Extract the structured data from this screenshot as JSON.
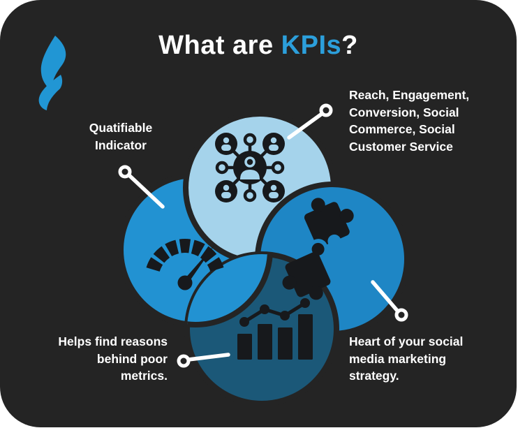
{
  "title": {
    "prefix": "What are ",
    "highlight": "KPIs",
    "suffix": "?"
  },
  "callouts": {
    "quantifiable": {
      "text": "Quatifiable\nIndicator",
      "points_to": "speedometer-circle"
    },
    "metrics_list": {
      "text": "Reach, Engagement,\nConversion, Social\nCommerce, Social\nCustomer Service",
      "points_to": "people-network-circle"
    },
    "poor_metrics": {
      "text": "Helps find reasons\nbehind poor\nmetrics.",
      "points_to": "bar-chart-circle"
    },
    "strategy": {
      "text": "Heart of your social\nmedia marketing\nstrategy.",
      "points_to": "puzzle-circle"
    }
  },
  "icons": {
    "logo": "flame-logo",
    "top_circle": "people-network-icon",
    "left_circle": "speedometer-icon",
    "right_circle": "puzzle-pieces-icon",
    "bottom_circle": "bar-chart-icon"
  },
  "colors": {
    "background": "#242424",
    "title_highlight": "#2C9FDB",
    "logo_blue": "#2196D4",
    "circle_top": "#A5D3EB",
    "circle_left": "#2292D2",
    "circle_right": "#1E86C5",
    "circle_bottom": "#1B5878",
    "icon_dark": "#17191C",
    "connector": "#FFFFFF",
    "text": "#FFFFFF"
  }
}
